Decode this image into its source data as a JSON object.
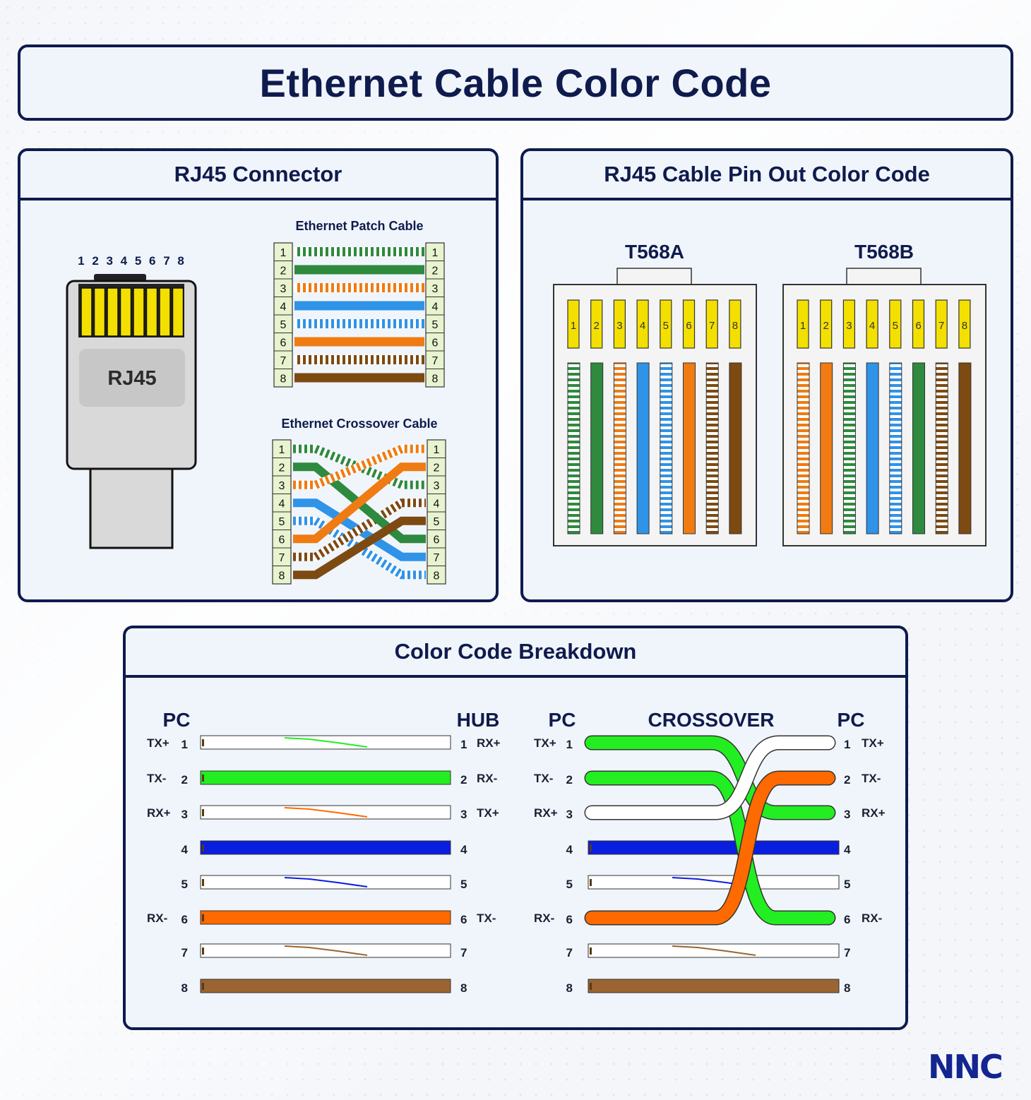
{
  "title": "Ethernet Cable Color Code",
  "colors": {
    "navy": "#0f1b4d",
    "panel_bg": "#f0f5fb",
    "green": "#2e8a3e",
    "orange": "#ef7b12",
    "blue": "#2f93e8",
    "brown": "#7d4a12",
    "contact_yellow": "#f4e000",
    "bd_green": "#22ee22",
    "bd_orange": "#ff6a00",
    "bd_blue": "#0a1ee0",
    "bd_brown": "#9b6432",
    "logo_blue": "#13258f"
  },
  "rj45_panel": {
    "heading": "RJ45 Connector",
    "connector_label": "RJ45",
    "pin_numbers": "1 2 3 4 5 6 7 8",
    "patch_title": "Ethernet Patch Cable",
    "crossover_title": "Ethernet Crossover Cable",
    "pins": [
      "1",
      "2",
      "3",
      "4",
      "5",
      "6",
      "7",
      "8"
    ],
    "patch_wires": [
      "white-green",
      "green",
      "white-orange",
      "blue",
      "white-blue",
      "orange",
      "white-brown",
      "brown"
    ],
    "crossover_wires": [
      {
        "color": "white-green",
        "from": "1",
        "to": "3"
      },
      {
        "color": "green",
        "from": "2",
        "to": "6"
      },
      {
        "color": "white-orange",
        "from": "3",
        "to": "1"
      },
      {
        "color": "blue",
        "from": "4",
        "to": "7"
      },
      {
        "color": "white-blue",
        "from": "5",
        "to": "8"
      },
      {
        "color": "orange",
        "from": "6",
        "to": "2"
      },
      {
        "color": "white-brown",
        "from": "7",
        "to": "4"
      },
      {
        "color": "brown",
        "from": "8",
        "to": "5"
      }
    ]
  },
  "pinout_panel": {
    "heading": "RJ45 Cable Pin Out Color Code",
    "standards": [
      {
        "name": "T568A",
        "wires": [
          "white-green",
          "green",
          "white-orange",
          "blue",
          "white-blue",
          "orange",
          "white-brown",
          "brown"
        ]
      },
      {
        "name": "T568B",
        "wires": [
          "white-orange",
          "orange",
          "white-green",
          "blue",
          "white-blue",
          "green",
          "white-brown",
          "brown"
        ]
      }
    ],
    "pins": [
      "1",
      "2",
      "3",
      "4",
      "5",
      "6",
      "7",
      "8"
    ]
  },
  "breakdown_panel": {
    "heading": "Color Code Breakdown",
    "straight": {
      "left_header": "PC",
      "right_header": "HUB",
      "rows": [
        {
          "pin": "1",
          "left": "TX+",
          "right": "RX+",
          "wire": "white-green"
        },
        {
          "pin": "2",
          "left": "TX-",
          "right": "RX-",
          "wire": "green"
        },
        {
          "pin": "3",
          "left": "RX+",
          "right": "TX+",
          "wire": "white-orange"
        },
        {
          "pin": "4",
          "left": "",
          "right": "",
          "wire": "blue"
        },
        {
          "pin": "5",
          "left": "",
          "right": "",
          "wire": "white-blue"
        },
        {
          "pin": "6",
          "left": "RX-",
          "right": "TX-",
          "wire": "orange"
        },
        {
          "pin": "7",
          "left": "",
          "right": "",
          "wire": "white-brown"
        },
        {
          "pin": "8",
          "left": "",
          "right": "",
          "wire": "brown"
        }
      ]
    },
    "crossover": {
      "left_header": "PC",
      "middle_header": "CROSSOVER",
      "right_header": "PC",
      "rows": [
        {
          "pin": "1",
          "left": "TX+",
          "right": "TX+"
        },
        {
          "pin": "2",
          "left": "TX-",
          "right": "TX-"
        },
        {
          "pin": "3",
          "left": "RX+",
          "right": "RX+"
        },
        {
          "pin": "4",
          "left": "",
          "right": ""
        },
        {
          "pin": "5",
          "left": "",
          "right": ""
        },
        {
          "pin": "6",
          "left": "RX-",
          "right": "RX-"
        },
        {
          "pin": "7",
          "left": "",
          "right": ""
        },
        {
          "pin": "8",
          "left": "",
          "right": ""
        }
      ]
    }
  },
  "logo": "NNC"
}
